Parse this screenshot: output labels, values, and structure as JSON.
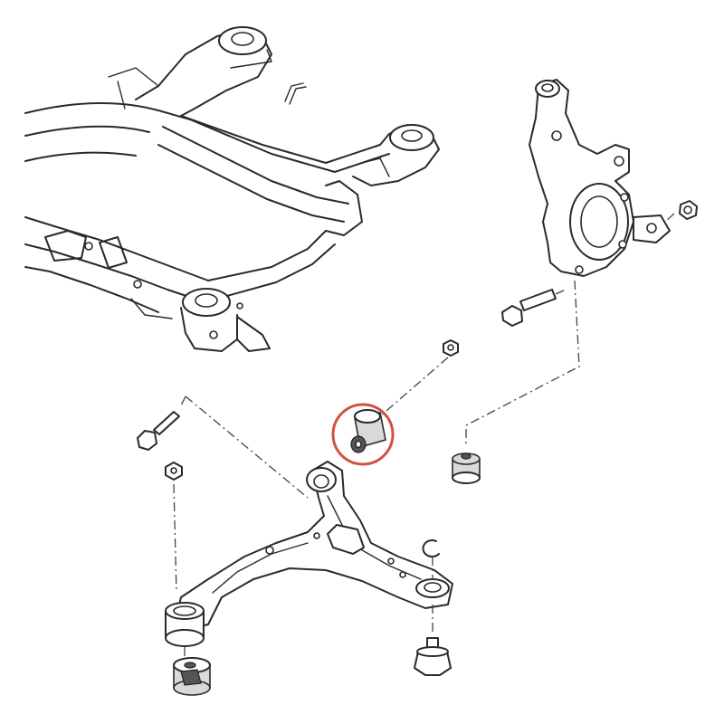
{
  "diagram": {
    "type": "exploded-parts-diagram",
    "parts": [
      "front-subframe",
      "steering-knuckle",
      "knuckle-bolt",
      "knuckle-nut",
      "lower-control-arm",
      "front-bushing",
      "rear-bushing",
      "lower-arm-bushing",
      "ball-joint",
      "snap-ring",
      "arm-bolt",
      "arm-nut",
      "small-nut"
    ],
    "colors": {
      "line": "#2a2a2a",
      "highlight": "#d0533f",
      "bushing_fill": "#d9d9d9"
    },
    "highlighted_part": "front-bushing"
  }
}
